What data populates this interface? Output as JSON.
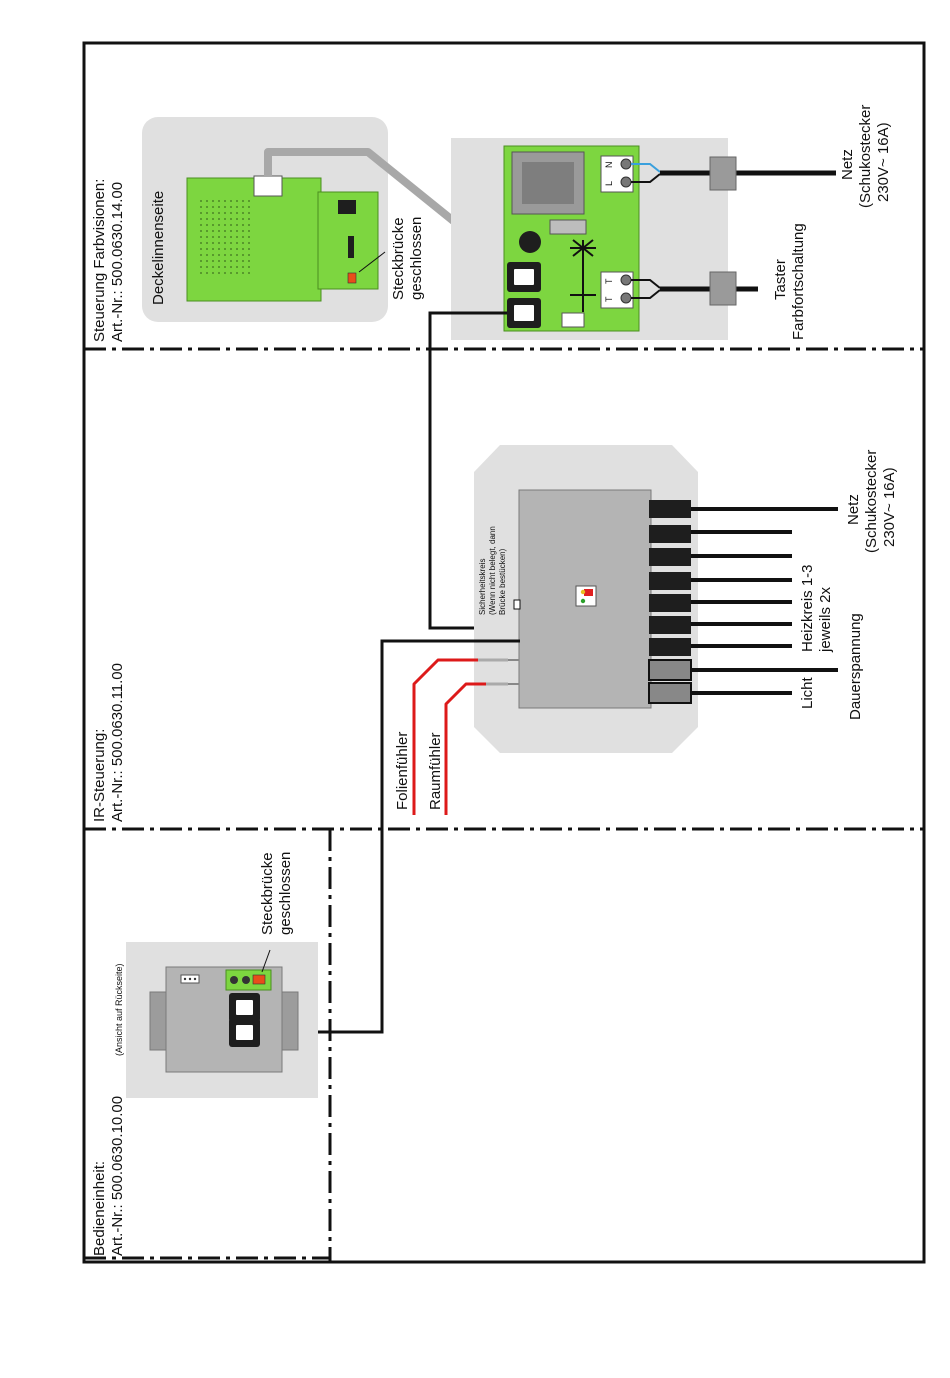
{
  "sections": {
    "farbvisionen": {
      "title": "Steuerung Farbvisionen:",
      "art": "Art.-Nr.: 500.0630.14.00"
    },
    "ir": {
      "title": "IR-Steuerung:",
      "art": "Art.-Nr.: 500.0630.11.00"
    },
    "bedien": {
      "title": "Bedieneinheit:",
      "art": "Art.-Nr.: 500.0630.10.00",
      "note": "(Ansicht auf Rückseite)"
    }
  },
  "farb": {
    "lid_label": "Deckelinnenseite",
    "jumper_label": [
      "Steckbrücke",
      "geschlossen"
    ],
    "terminal_n": "N",
    "terminal_l": "L",
    "terminal_t1": "T",
    "terminal_t2": "T",
    "netz_label": [
      "Netz",
      "(Schukostecker",
      "230V~ 16A)"
    ],
    "taster_label": [
      "Taster",
      "Farbfortschaltung"
    ]
  },
  "ir": {
    "safety_label": [
      "Sicherheitskreis",
      "(Wenn nicht belegt, dann",
      "Brücke bestücken)"
    ],
    "netz_label": [
      "Netz",
      "(Schukostecker",
      "230V~ 16A)"
    ],
    "heiz_label": [
      "Heizkreis 1-3",
      "jeweils 2x"
    ],
    "dauer_label": "Dauerspannung",
    "licht_label": "Licht",
    "folien_label": "Folienfühler",
    "raum_label": "Raumfühler"
  },
  "bedien": {
    "jumper_label": [
      "Steckbrücke",
      "geschlossen"
    ]
  },
  "colors": {
    "pcb_green": "#7dd640",
    "panel_gray": "#e0e0e0",
    "box_gray": "#b4b4b4",
    "cable_red": "#dd1a1a",
    "cable_gray": "#a8a8a8",
    "wire_blue": "#3aa0dd"
  }
}
